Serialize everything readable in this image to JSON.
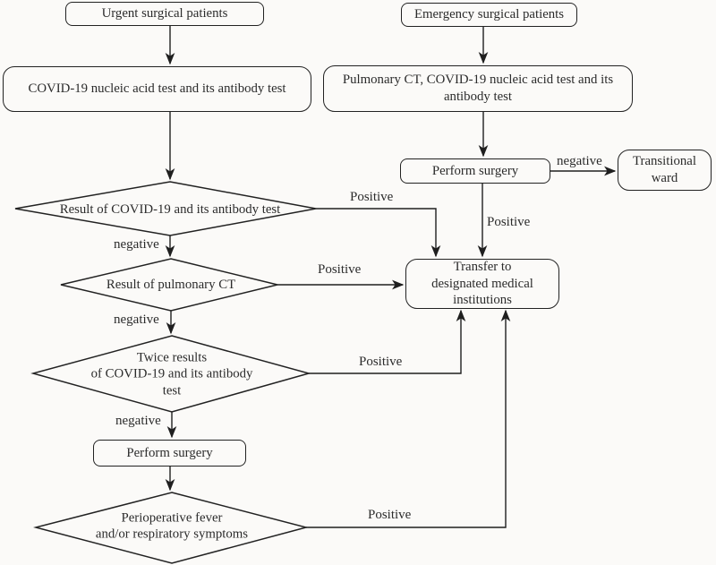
{
  "figure": {
    "description": "Flowchart of perioperative COVID-19 screening pathways for urgent and emergency surgical patients",
    "background_color": "#fbfaf8",
    "line_color": "#1f1f1f",
    "text_color": "#2b2b2b"
  },
  "nodes": {
    "urgent": {
      "label": "Urgent surgical patients",
      "shape": "rounded-box"
    },
    "covid_test": {
      "label": "COVID-19 nucleic acid test and its antibody test",
      "shape": "rounded-box"
    },
    "emergency": {
      "label": "Emergency surgical patients",
      "shape": "rounded-box"
    },
    "pulmonary_test": {
      "label": "Pulmonary CT, COVID-19 nucleic acid test and its\nantibody test",
      "shape": "rounded-box"
    },
    "perform_surgery_right": {
      "label": "Perform surgery",
      "shape": "rounded-box"
    },
    "transitional_ward": {
      "label": "Transitional\nward",
      "shape": "rounded-box"
    },
    "transfer": {
      "label": "Transfer to\ndesignated medical\ninstitutions",
      "shape": "rounded-box"
    },
    "decision_covid_result": {
      "label": "Result of COVID-19 and its antibody test",
      "shape": "diamond"
    },
    "decision_pulmonary_ct": {
      "label": "Result of pulmonary CT",
      "shape": "diamond"
    },
    "decision_twice_results": {
      "label": "Twice results\nof COVID-19 and its antibody\ntest",
      "shape": "diamond"
    },
    "perform_surgery_left": {
      "label": "Perform surgery",
      "shape": "rounded-box"
    },
    "decision_perioperative": {
      "label": "Perioperative fever\nand/or respiratory symptoms",
      "shape": "diamond"
    }
  },
  "edge_labels": {
    "covid_result_positive": "Positive",
    "covid_result_negative": "negative",
    "pulmonary_ct_positive": "Positive",
    "pulmonary_ct_negative": "negative",
    "twice_results_positive": "Positive",
    "twice_results_negative": "negative",
    "perioperative_positive": "Positive",
    "surgery_negative": "negative",
    "surgery_positive": "Positive"
  }
}
